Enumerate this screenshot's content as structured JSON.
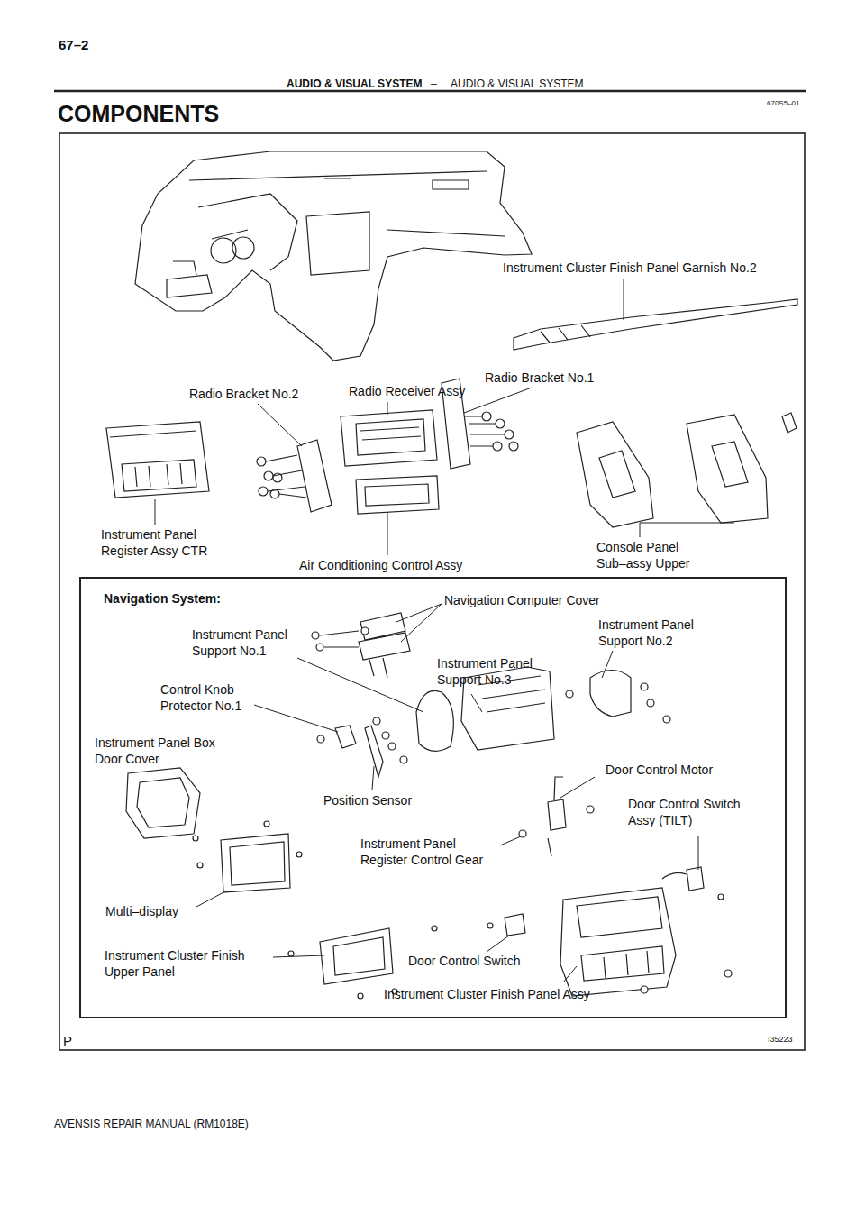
{
  "diagram": {
    "title": "COMPONENTS",
    "nodes": [
      {
        "text": [
          "Navigation System:"
        ]
      }
    ],
    "labels": [
      "67–2",
      "AUDIO & VISUAL SYSTEM",
      "–",
      "AUDIO & VISUAL SYSTEM",
      "670S5–01",
      "Instrument Cluster Finish Panel Garnish No.2",
      "Radio Bracket No.2",
      "Radio Receiver Assy",
      "Radio Bracket No.1",
      "Instrument Panel Register Assy CTR",
      "Air Conditioning Control Assy",
      "Console Panel Sub–assy Upper",
      "Navigation Computer Cover",
      "Instrument Panel Support No.1",
      "Instrument Panel Support No.2",
      "Instrument Panel Support No.3",
      "Control Knob Protector No.1",
      "Instrument Panel Box Door Cover",
      "Door Control Motor",
      "Position Sensor",
      "Door Control Switch Assy (TILT)",
      "Instrument Panel Register Control Gear",
      "Multi–display",
      "Instrument Cluster Finish Upper Panel",
      "Door Control Switch",
      "Instrument Cluster Finish Panel Assy",
      "P",
      "I35223",
      "AVENSIS REPAIR MANUAL (RM1018E)"
    ]
  }
}
